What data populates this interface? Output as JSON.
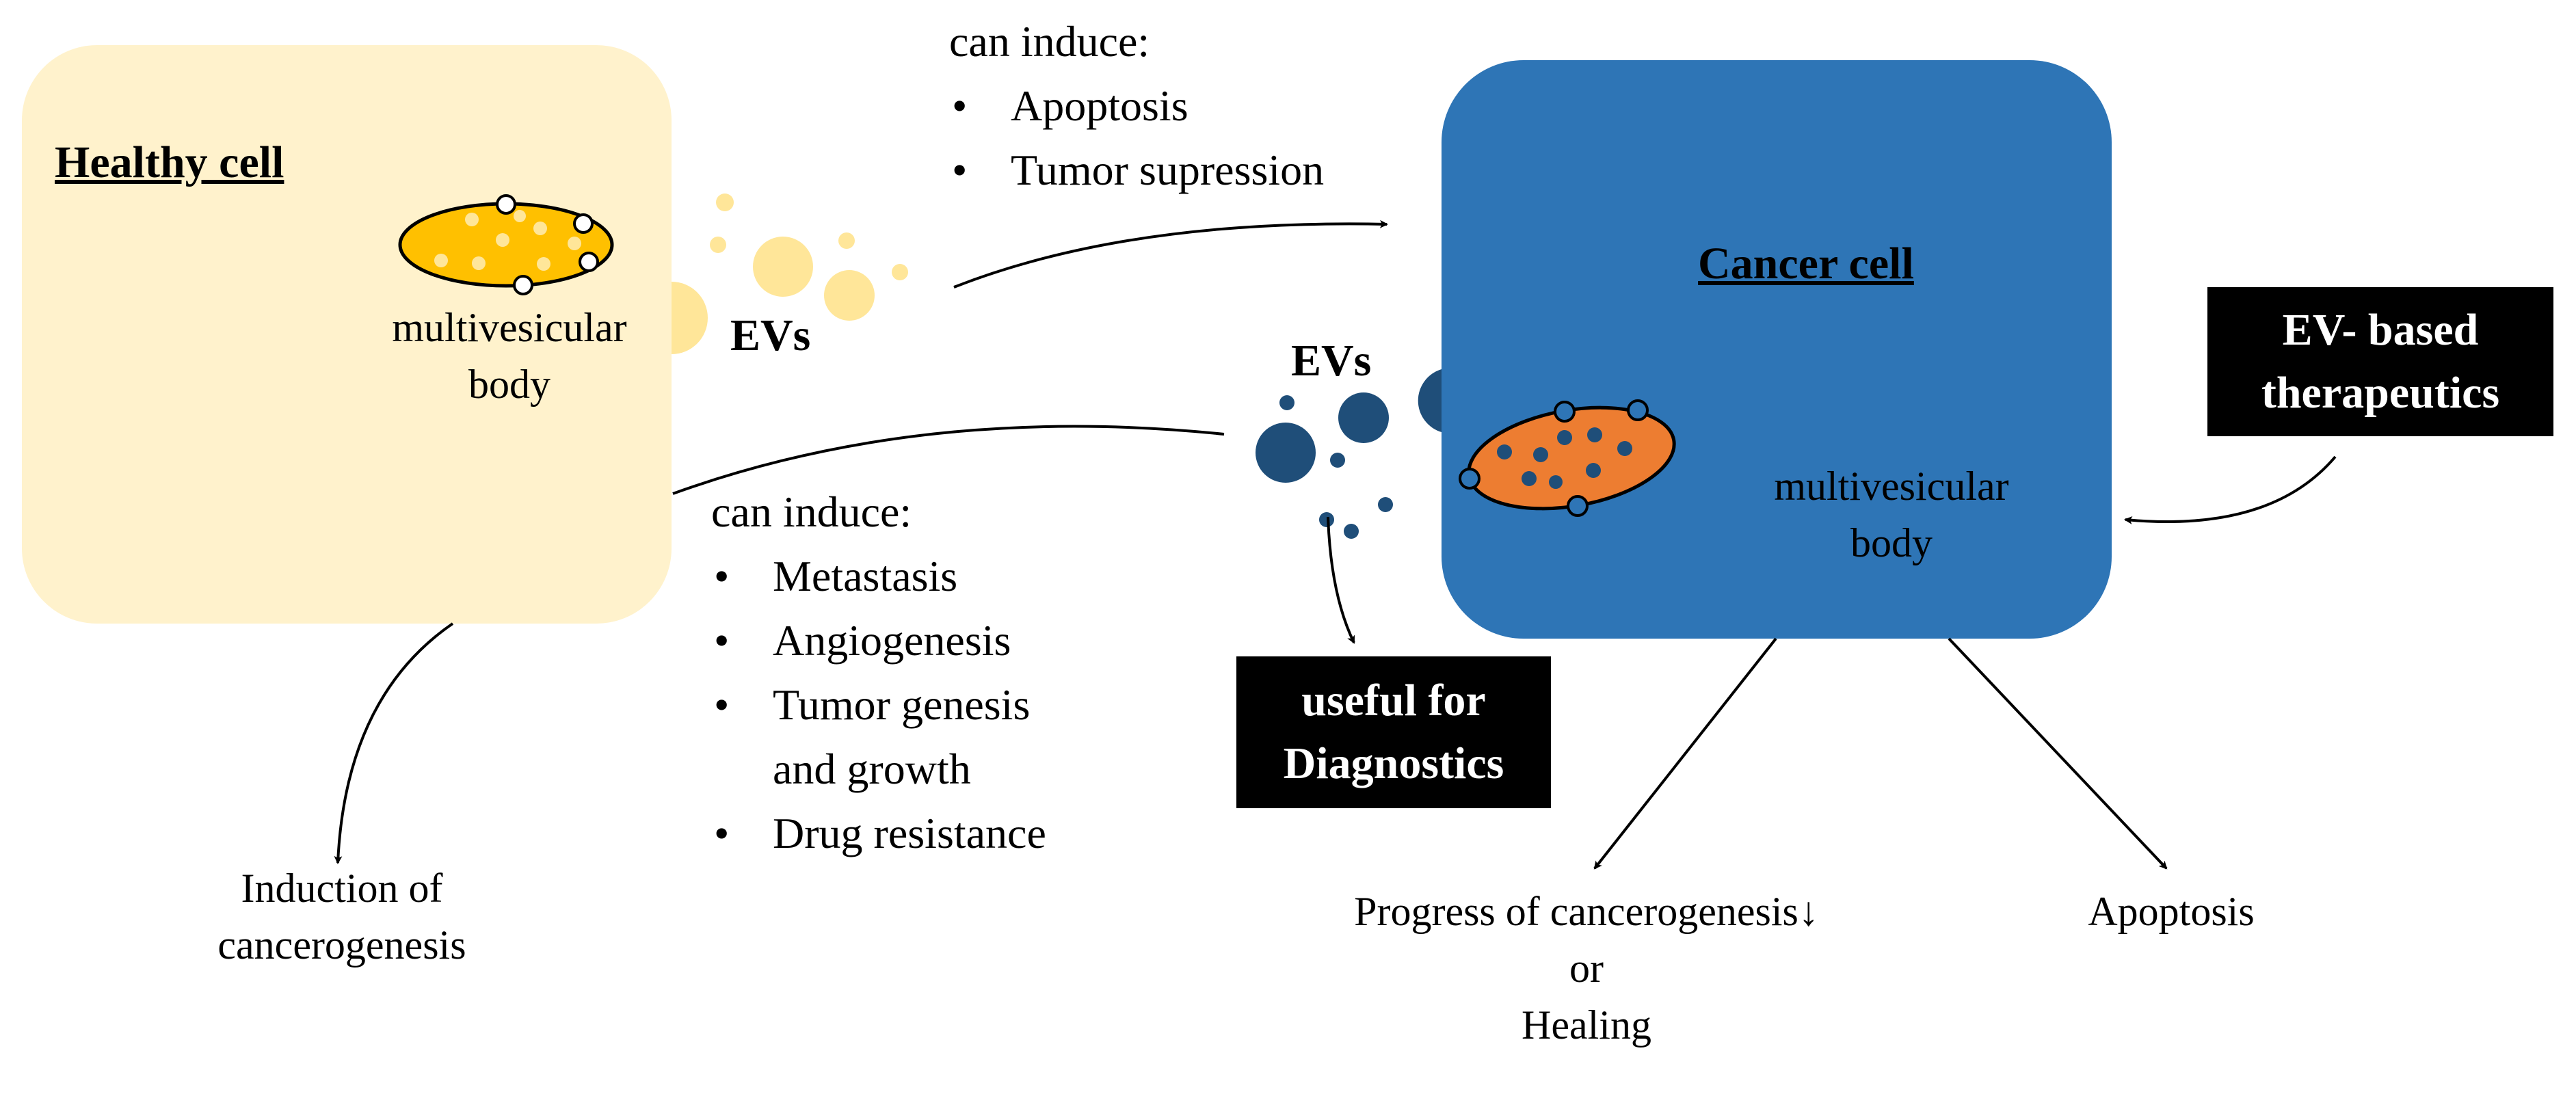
{
  "healthy_cell": {
    "title": "Healthy cell",
    "mvb_label": [
      "multivesicular",
      "body"
    ],
    "color": "#FFF2CC"
  },
  "cancer_cell": {
    "title": "Cancer cell",
    "mvb_label": [
      "multivesicular",
      "body"
    ],
    "color": "#2E75B6"
  },
  "evs_healthy": "EVs",
  "evs_cancer": "EVs",
  "healthy_effects": {
    "heading": "can induce:",
    "items": [
      "Apoptosis",
      "Tumor supression"
    ]
  },
  "cancer_effects": {
    "heading": "can induce:",
    "items": [
      [
        "Metastasis"
      ],
      [
        "Angiogenesis"
      ],
      [
        "Tumor genesis",
        "and growth"
      ],
      [
        "Drug resistance"
      ]
    ]
  },
  "diagnostics_box": [
    "useful for",
    "Diagnostics"
  ],
  "therapeutics_box": [
    "EV- based",
    "therapeutics"
  ],
  "outcomes": {
    "induction": [
      "Induction of",
      "cancerogenesis"
    ],
    "progress": [
      "Progress of cancerogenesis↓",
      "or",
      "Healing"
    ],
    "apoptosis": "Apoptosis"
  },
  "colors": {
    "healthy_vesicle": "#FFE699",
    "healthy_mvb": "#FFC000",
    "cancer_vesicle": "#1F4E79",
    "cancer_mvb": "#ED7D31"
  }
}
